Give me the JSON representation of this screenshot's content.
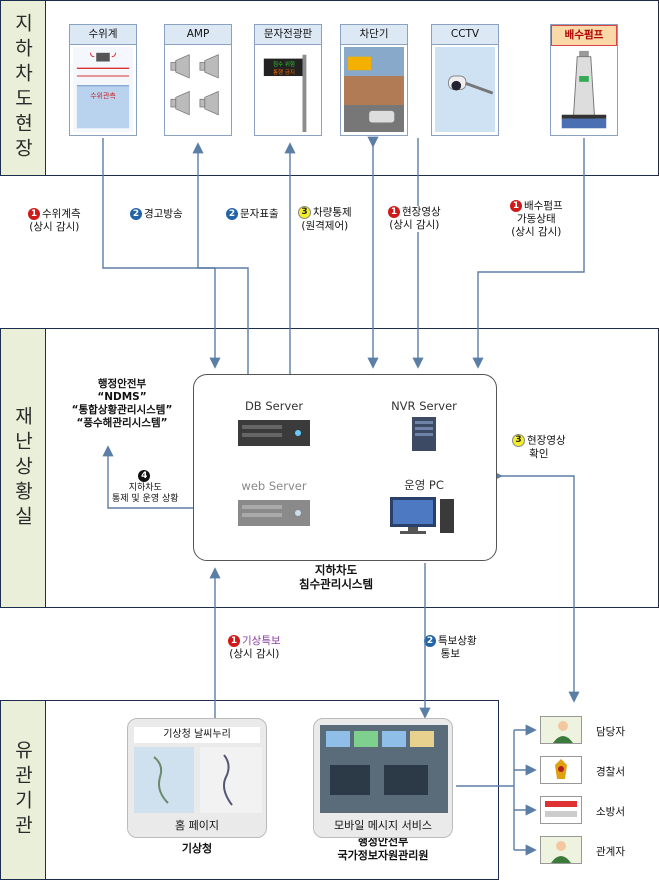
{
  "sections": {
    "site": "지하차도현장",
    "control_room": "재난상황실",
    "agencies": "유관기관"
  },
  "devices": [
    {
      "title": "수위계",
      "sub": "수위관측"
    },
    {
      "title": "AMP"
    },
    {
      "title": "문자전광판",
      "sign_top": "침수 위험",
      "sign_bottom": "통행 금지"
    },
    {
      "title": "차단기"
    },
    {
      "title": "CCTV"
    },
    {
      "title": "배수펌프"
    }
  ],
  "flows": {
    "f1": {
      "num": "1",
      "line1": "수위계측",
      "line2": "(상시 감시)"
    },
    "f2": {
      "num": "2",
      "line1": "경고방송"
    },
    "f3": {
      "num": "2",
      "line1": "문자표출"
    },
    "f4": {
      "num": "3",
      "line1": "차량통제",
      "line2": "(원격제어)"
    },
    "f5": {
      "num": "1",
      "line1": "현장영상",
      "line2": "(상시 감시)"
    },
    "f6": {
      "num": "1",
      "line1": "배수펌프",
      "line2": "가동상태",
      "line3": "(상시 감시)"
    }
  },
  "ndms": {
    "line1": "행정안전부",
    "line2": "“NDMS”",
    "line3": "“통합상황관리시스템”",
    "line4": "“풍수해관리시스템”"
  },
  "report": {
    "num": "4",
    "line1": "지하차도",
    "line2": "통제 및 운영 상황"
  },
  "servers": {
    "db": "DB Server",
    "nvr": "NVR Server",
    "web": "web Server",
    "pc": "운영 PC"
  },
  "system": {
    "line1": "지하차도",
    "line2": "침수관리시스템"
  },
  "onsite_video": {
    "num": "3",
    "line1": "현장영상",
    "line2": "확인"
  },
  "weather_alert": {
    "num": "1",
    "line1": "기상특보",
    "line2": "(상시 감시)"
  },
  "special_notice": {
    "num": "2",
    "line1": "특보상황",
    "line2": "통보"
  },
  "kma": {
    "banner": "기상청 날씨누리",
    "caption": "홈 페이지",
    "name": "기상청"
  },
  "nirs": {
    "caption": "모바일 메시지 서비스",
    "name1": "행정안전부",
    "name2": "국가정보자원관리원"
  },
  "recipients": [
    {
      "label": "담당자",
      "icon": "person-icon"
    },
    {
      "label": "경찰서",
      "icon": "police-emblem-icon"
    },
    {
      "label": "소방서",
      "icon": "fire-dept-icon"
    },
    {
      "label": "관계자",
      "icon": "person-icon"
    }
  ],
  "colors": {
    "border": "#1f2d4d",
    "side": "#e9efd9",
    "arrow": "#5b7ea6",
    "red": "#d01a1a",
    "blue": "#2363a8",
    "yellow": "#f3ee2a"
  }
}
